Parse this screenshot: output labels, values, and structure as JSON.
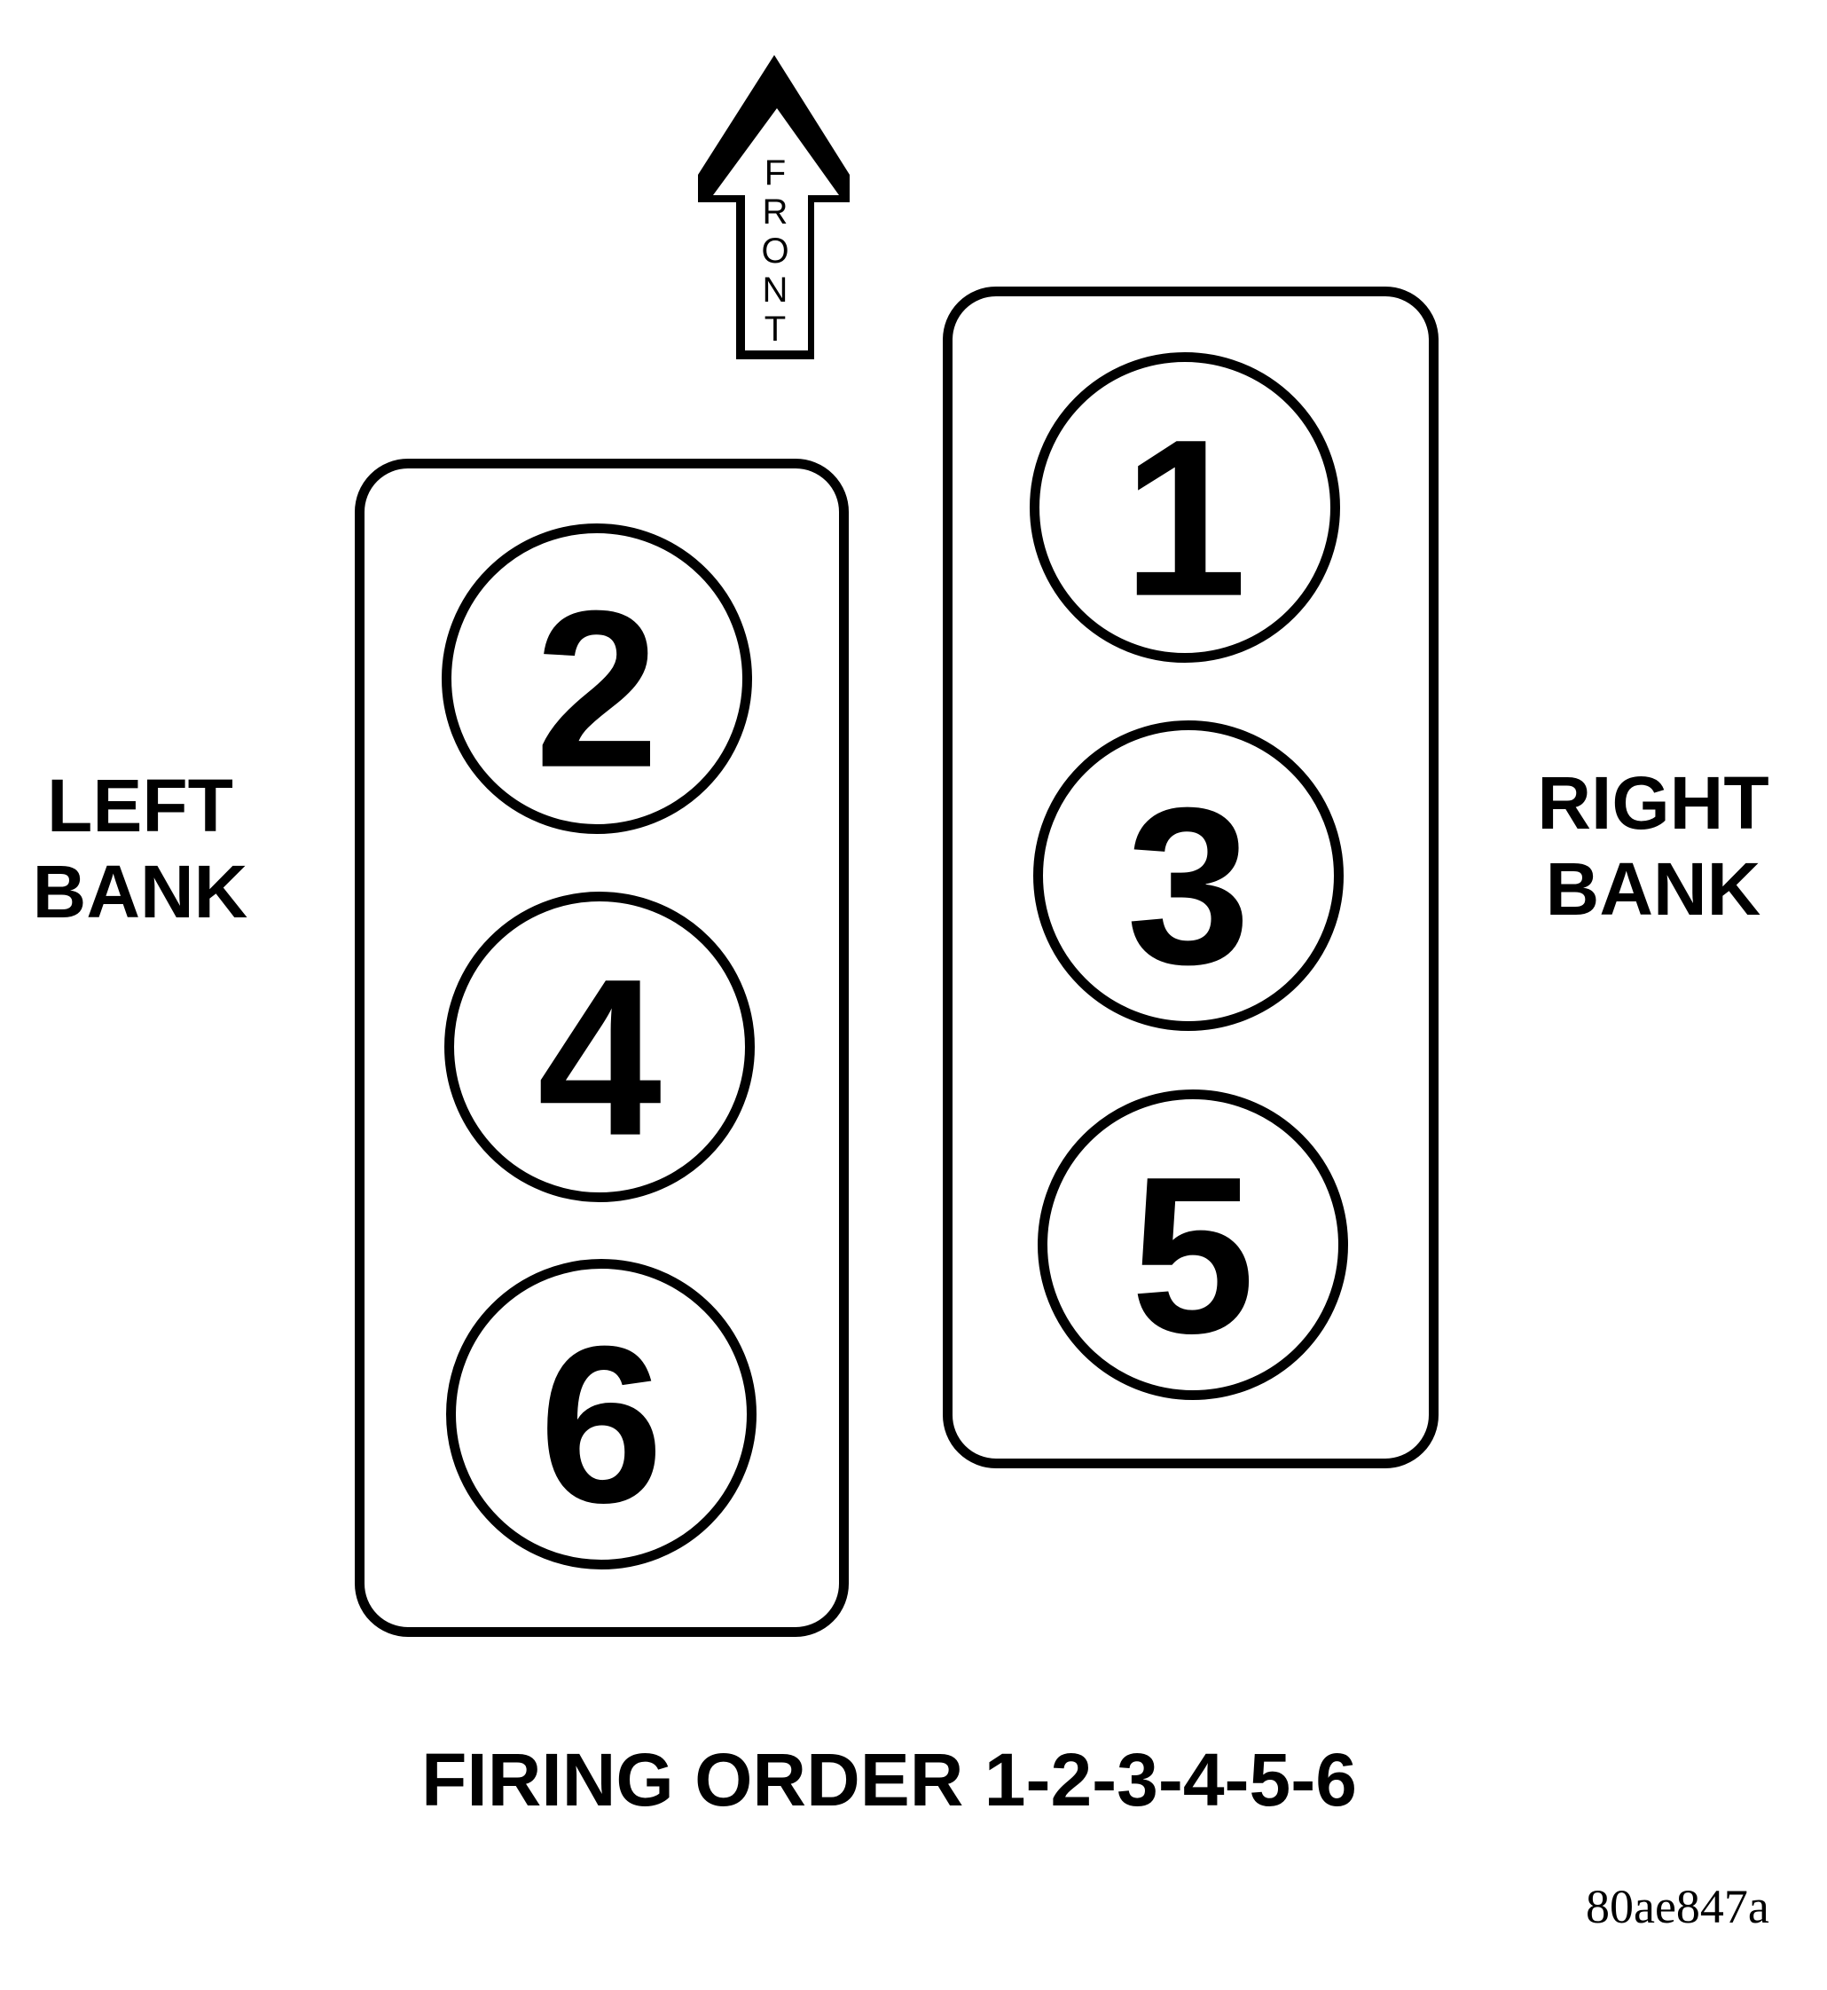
{
  "diagram": {
    "colors": {
      "ink": "#000000",
      "background": "#ffffff"
    },
    "front_arrow": {
      "letters": [
        "F",
        "R",
        "O",
        "N",
        "T"
      ]
    },
    "left_bank": {
      "label_line1": "LEFT",
      "label_line2": "BANK",
      "cylinders": [
        "2",
        "4",
        "6"
      ]
    },
    "right_bank": {
      "label_line1": "RIGHT",
      "label_line2": "BANK",
      "cylinders": [
        "1",
        "3",
        "5"
      ]
    },
    "caption": "FIRING ORDER 1-2-3-4-5-6",
    "figure_code": "80ae847a"
  }
}
